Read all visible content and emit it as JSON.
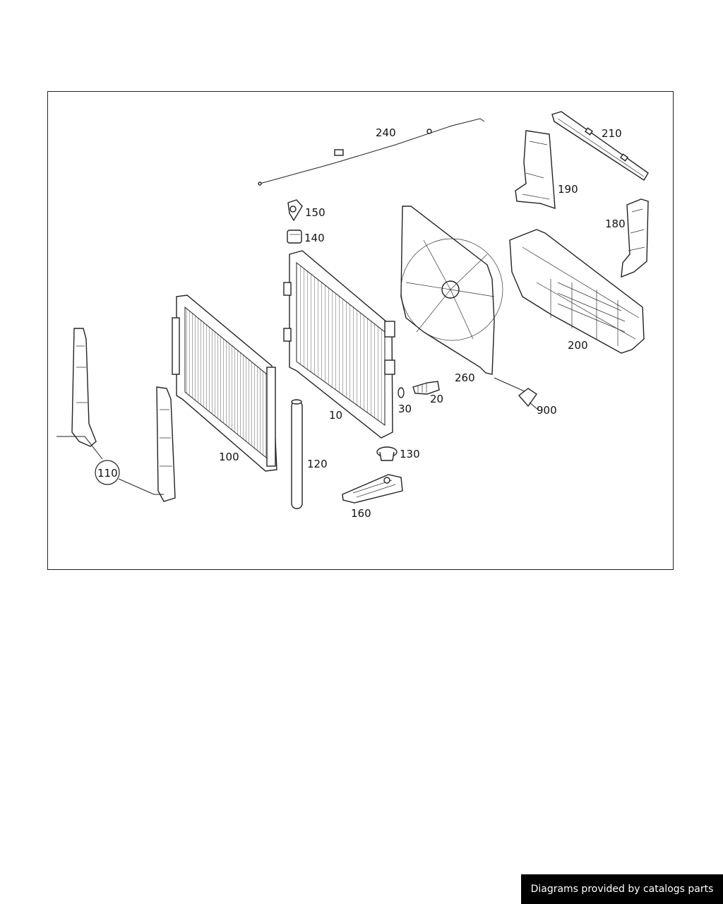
{
  "diagram": {
    "callouts": {
      "p240": "240",
      "p210": "210",
      "p190": "190",
      "p150": "150",
      "p140": "140",
      "p180": "180",
      "p200": "200",
      "p260": "260",
      "p900": "900",
      "p10": "10",
      "p20": "20",
      "p30": "30",
      "p100": "100",
      "p110": "110",
      "p120": "120",
      "p130": "130",
      "p160": "160"
    }
  },
  "footer": {
    "credit": "Diagrams provided by catalogs parts"
  }
}
